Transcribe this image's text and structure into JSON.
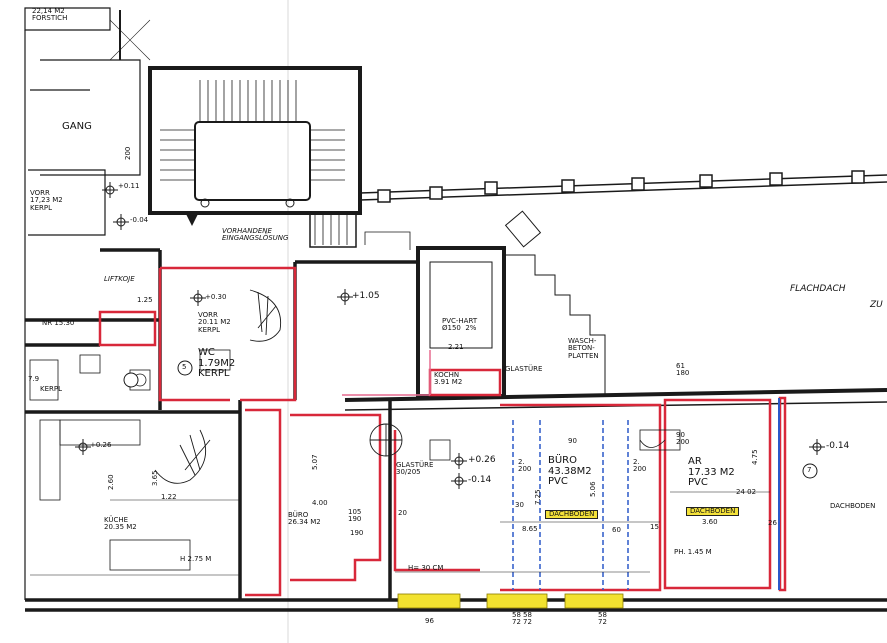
{
  "labels": {
    "top_note": "22,14 M2\nFORSTICH",
    "gang": "GANG",
    "vorr_left": "VORR\n17,23 M2\nKERPL",
    "level_m004": "-0.04",
    "level_p011": "+0.11",
    "stair_note": "VORHANDENE\nEINGANGSLÖSUNG",
    "liftkoje": "LIFTKOJE",
    "vorr_mid": "VORR\n20.11 M2\nKERPL",
    "level_p030": "+0.30",
    "level_p105": "+1.05",
    "wc": "WC\n1.79M2\nKERPL",
    "pvc_hart": "PVC-HART\nØ150  2%",
    "pvc_hart_w": "2.21",
    "waschbeton": "WASCH-\nBETON-\nPLATTEN",
    "flachdach": "FLACHDACH",
    "zu": "ZU",
    "kochn": "KOCHN\n3.91 M2",
    "glasture_top": "GLASTÜRE",
    "glasture_mid": "GLASTÜRE\n30/205",
    "level_p026_left": "+0.26",
    "level_p026": "+0.26",
    "level_m014": "-0.14",
    "buro": "BÜRO\n43.38M2\nPVC",
    "ar": "AR\n17.33 M2\nPVC",
    "level_m014_right": "-0.14",
    "buro_left": "BÜRO\n26.34 M2",
    "kuche": "KÜCHE\n20.35 M2",
    "dachboden1": "DACHBODEN",
    "dachboden2": "DACHBODEN",
    "dachboden3": "DACHBODEN",
    "h30": "H= 30 CM",
    "ph": "PH. 1.45 M",
    "dim_865": "8.65",
    "dim_2402": "24 02",
    "dim_360": "3.60",
    "dim_475": "4.75",
    "dim_507": "5.07",
    "dim_365": "3.65",
    "dim_90_200": "90\n200",
    "dim_105_190": "105\n190",
    "dim_15": "15",
    "dim_26": "26",
    "dim_725": "7.25",
    "dim_506": "5.06",
    "dim_61_180": "61\n180",
    "circle5": "5",
    "circle7": "7",
    "nr1530": "NR 15.30",
    "v2": "2.\n200",
    "v3": "2.\n200",
    "misc_125": "1.25",
    "misc_200": "200",
    "misc_260": "2.60",
    "misc_122": "1.22",
    "misc_400": "4.00",
    "misc_190": "190",
    "misc_20": "20",
    "misc_30": "30",
    "misc_60": "60",
    "misc_90": "90",
    "kerpl_left": "KERPL",
    "vorr_left2": "7.9",
    "h275": "H 2.75 M",
    "bot_dim1": "96",
    "bot_dim2": "58\n72",
    "bot_dim3": "58\n72",
    "bot_dim4": "58\n72"
  },
  "colors": {
    "line": "#1a1a1a",
    "red": "#d8283a",
    "pink": "#e56a8f",
    "blue": "#2c58c9",
    "yellow": "#f2e230",
    "wall": "#2a2a2a",
    "hatch": "#6a6a6a"
  }
}
